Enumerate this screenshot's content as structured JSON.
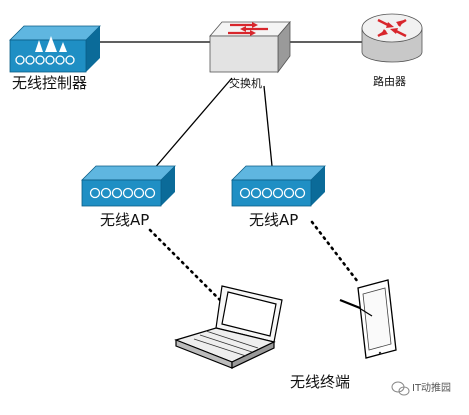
{
  "nodes": {
    "controller": {
      "label": "无线控制器",
      "icon": "wireless-controller-icon"
    },
    "switch": {
      "label": "交换机",
      "icon": "switch-icon"
    },
    "router": {
      "label": "路由器",
      "icon": "router-icon"
    },
    "ap1": {
      "label": "无线AP",
      "icon": "access-point-icon"
    },
    "ap2": {
      "label": "无线AP",
      "icon": "access-point-icon"
    },
    "laptop": {
      "icon": "laptop-icon"
    },
    "tablet": {
      "icon": "tablet-icon"
    }
  },
  "terminals_label": "无线终端",
  "watermark": {
    "text": "IT动推园",
    "icon": "wechat-icon"
  },
  "colors": {
    "device_blue": "#1f8fc4",
    "device_dark": "#0b5d86",
    "switch_gray": "#e6e6e6",
    "router_red": "#d8262c",
    "link": "#000000"
  }
}
